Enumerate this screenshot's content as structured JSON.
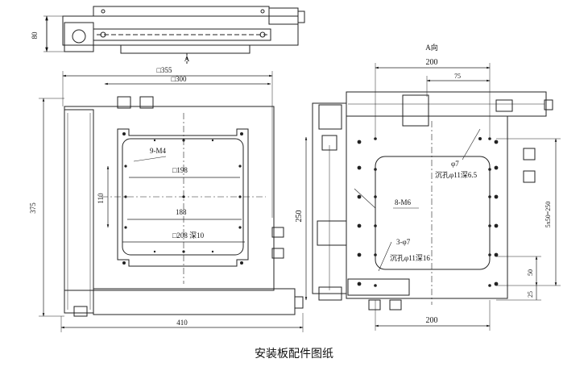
{
  "caption": "安装板配件图纸",
  "top_view": {
    "height_dim": "80",
    "view_marker": "A"
  },
  "left_view": {
    "dims": {
      "outer_top": "□355",
      "inner_top": "□300",
      "height_left": "375",
      "bottom_width": "410",
      "inner_height": "110"
    },
    "labels": {
      "thread_holes": "9-M4",
      "sq_198": "□198",
      "sq_188": "188",
      "sq_208": "□208 深10"
    }
  },
  "right_view": {
    "title": "A向",
    "dims": {
      "top_200": "200",
      "top_75": "75",
      "left_250": "250",
      "right_5x50": "5x50=250",
      "right_50": "50",
      "right_25": "25",
      "bottom_200": "200"
    },
    "labels": {
      "phi7_top": "φ7",
      "counterbore_top": "沉孔φ11深6.5",
      "holes_8m6": "8-M6",
      "phi7_3": "3-φ7",
      "counterbore_16": "沉孔φ11深16"
    }
  }
}
